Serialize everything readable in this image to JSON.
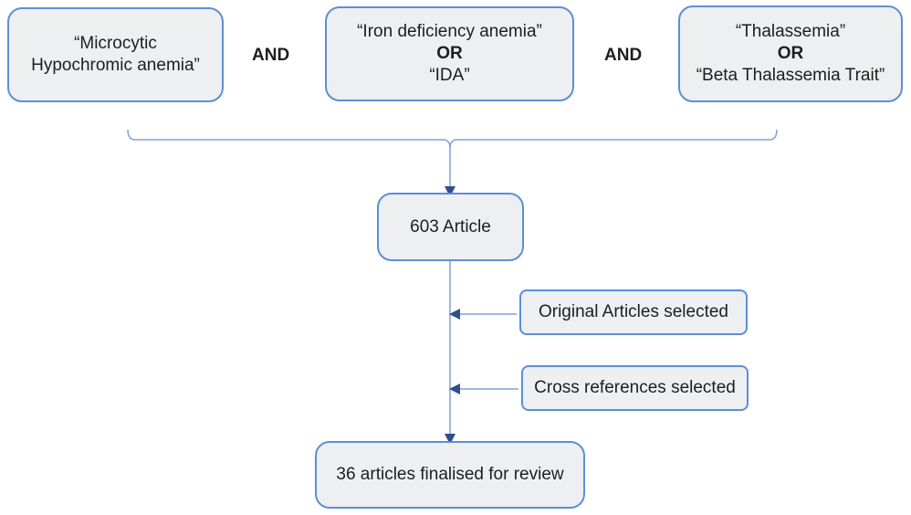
{
  "search_terms": [
    {
      "lines": [
        "“Microcytic",
        "Hypochromic anemia”"
      ]
    },
    {
      "line1": "“Iron deficiency anemia”",
      "op": "OR",
      "line2": "“IDA”"
    },
    {
      "line1": "“Thalassemia”",
      "op": "OR",
      "line2": "“Beta Thalassemia Trait”"
    }
  ],
  "connectors": [
    "AND",
    "AND"
  ],
  "result_box": "603 Article",
  "filters": [
    "Original Articles selected",
    "Cross references selected"
  ],
  "final_box": "36 articles finalised for review",
  "colors": {
    "border": "#5b8fd6",
    "fill": "#eeeff1",
    "line": "#7aa3d8",
    "arrow": "#2f4f8a"
  }
}
